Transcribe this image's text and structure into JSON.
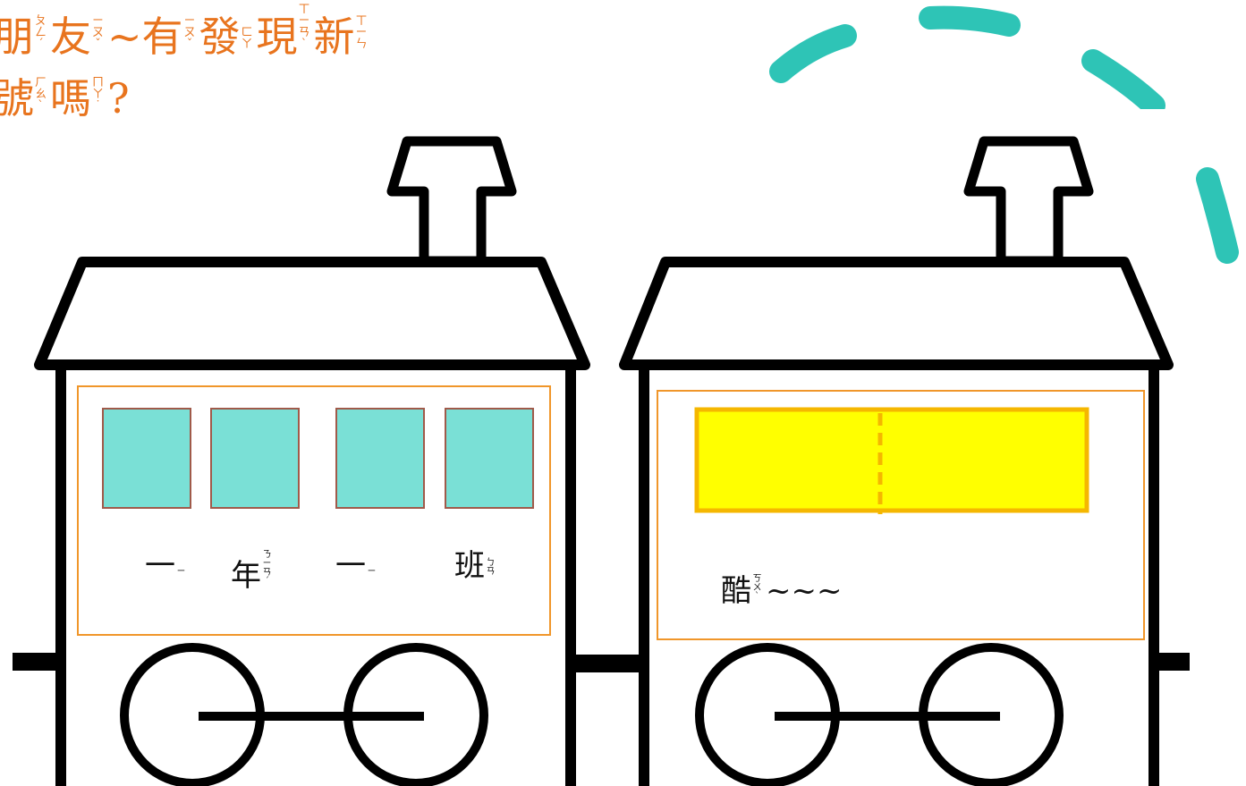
{
  "question": {
    "line1": [
      {
        "char": "朋",
        "zhuyin": "ㄆㄥˊ"
      },
      {
        "char": "友",
        "zhuyin": "ㄧㄡˇ"
      },
      {
        "char": "~有",
        "zhuyin": "ㄧㄡˇ"
      },
      {
        "char": "發",
        "zhuyin": "ㄈㄚ"
      },
      {
        "char": "現",
        "zhuyin": "ㄒㄧㄢˋ"
      },
      {
        "char": "新",
        "zhuyin": "ㄒㄧㄣ"
      }
    ],
    "line2": [
      {
        "char": "號",
        "zhuyin": "ㄏㄠˋ"
      },
      {
        "char": "嗎",
        "zhuyin": "ㄇㄚ˙"
      },
      {
        "char": "?",
        "zhuyin": ""
      }
    ]
  },
  "left_car": {
    "label": [
      {
        "char": "一",
        "zhuyin": "ㄧ"
      },
      {
        "char": "年",
        "zhuyin": "ㄋㄧㄢˊ"
      },
      {
        "char": "一",
        "zhuyin": "ㄧ"
      },
      {
        "char": "班",
        "zhuyin": "ㄅㄢ"
      }
    ]
  },
  "right_car": {
    "label": [
      {
        "char": "酷",
        "zhuyin": "ㄎㄨˋ"
      },
      {
        "char": "~~~",
        "zhuyin": ""
      }
    ]
  },
  "colors": {
    "question_text": "#e8741e",
    "window_fill": "#7ae0d6",
    "window_stroke": "#a05a4a",
    "panel_border": "#f0962a",
    "card_fill": "#ffff00",
    "card_border": "#f5b700",
    "smoke": "#2ec4b6",
    "outline": "#000000"
  }
}
